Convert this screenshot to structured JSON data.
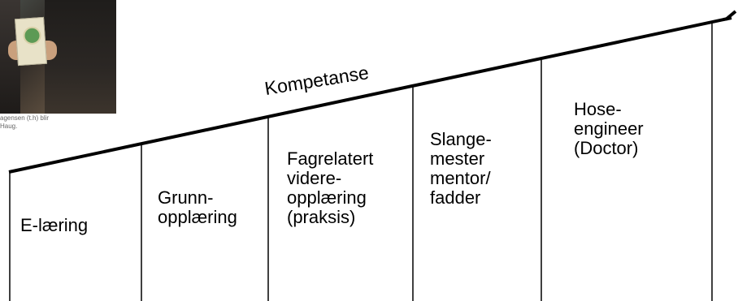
{
  "photo": {
    "caption_line1": "agensen (t.h) blir",
    "caption_line2": "Haug."
  },
  "diagram": {
    "title": "Kompetanse",
    "stages": [
      {
        "lines": [
          "E-læring"
        ]
      },
      {
        "lines": [
          "Grunn-",
          "opplæring"
        ]
      },
      {
        "lines": [
          "Fagrelatert",
          "videre-",
          "opplæring",
          "(praksis)"
        ]
      },
      {
        "lines": [
          "Slange-",
          "mester",
          "mentor/",
          "fadder"
        ]
      },
      {
        "lines": [
          "Hose-",
          "engineer",
          "(Doctor)"
        ]
      }
    ]
  }
}
